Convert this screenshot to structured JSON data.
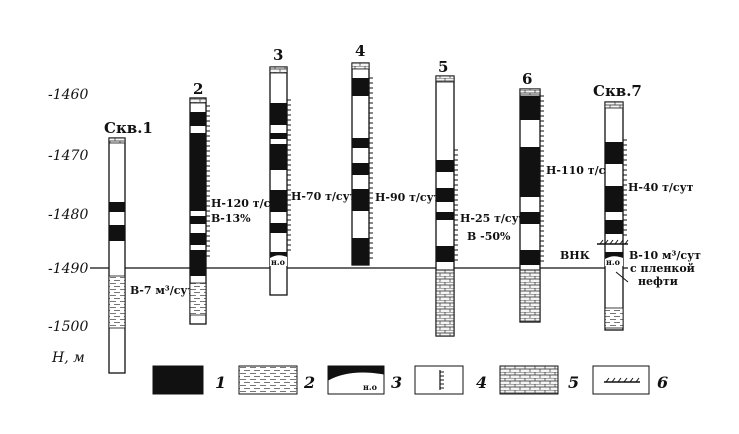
{
  "axis": {
    "unit_label": "H, м",
    "ticks": [
      "-1460",
      "-1470",
      "-1480",
      "-1490",
      "-1500"
    ]
  },
  "contact_label": "ВНК",
  "wells": [
    {
      "name": "Скв.1",
      "notes": [
        "В-7 м³/сут"
      ]
    },
    {
      "name": "2",
      "notes": [
        "Н-120 т/сут",
        "В-13%"
      ]
    },
    {
      "name": "3",
      "notes": [
        "Н-70 т/сут"
      ],
      "inside_label": "н.о"
    },
    {
      "name": "4",
      "notes": [
        "Н-90 т/сут"
      ]
    },
    {
      "name": "5",
      "notes": [
        "Н-25 т/сут",
        "В -50%"
      ]
    },
    {
      "name": "6",
      "notes": [
        "Н-110 т/сут"
      ]
    },
    {
      "name": "Скв.7",
      "notes": [
        "Н-40 т/сут",
        "В-10 м³/сут",
        "с пленкой",
        "нефти"
      ],
      "inside_label": "н.о"
    }
  ],
  "legend": [
    {
      "num": "1",
      "icon": "oil-saturated-pattern"
    },
    {
      "num": "2",
      "icon": "water-saturated-pattern"
    },
    {
      "num": "3",
      "icon": "undetermined-saturation-pattern",
      "inside_label": "н.о"
    },
    {
      "num": "4",
      "icon": "perforation-interval-pattern"
    },
    {
      "num": "5",
      "icon": "dense-rock-pattern"
    },
    {
      "num": "6",
      "icon": "contact-hatch-pattern"
    }
  ]
}
